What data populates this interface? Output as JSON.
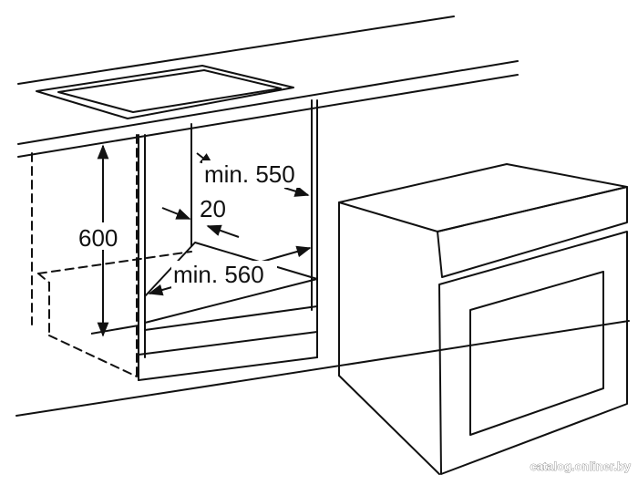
{
  "dimensions": {
    "height": "600",
    "depth_inner": "min. 550",
    "gap": "20",
    "width_inner": "min. 560"
  },
  "watermark": "catalog.onliner.by",
  "colors": {
    "line": "#111111",
    "background": "#ffffff"
  }
}
